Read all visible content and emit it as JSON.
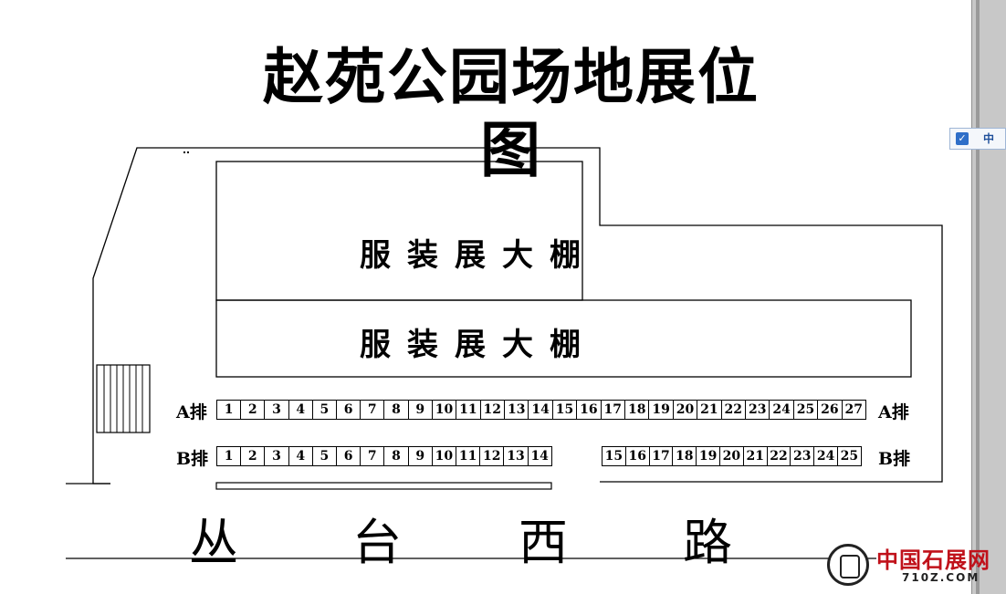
{
  "title": "赵苑公园场地展位图",
  "tents": {
    "upper_label": "服装展大棚",
    "lower_label": "服装展大棚"
  },
  "row_a": {
    "label_left": "A排",
    "label_right": "A排",
    "booths": [
      "1",
      "2",
      "3",
      "4",
      "5",
      "6",
      "7",
      "8",
      "9",
      "10",
      "11",
      "12",
      "13",
      "14",
      "15",
      "16",
      "17",
      "18",
      "19",
      "20",
      "21",
      "22",
      "23",
      "24",
      "25",
      "26",
      "27"
    ]
  },
  "row_b": {
    "label_left": "B排",
    "label_right": "B排",
    "booths_left": [
      "1",
      "2",
      "3",
      "4",
      "5",
      "6",
      "7",
      "8",
      "9",
      "10",
      "11",
      "12",
      "13",
      "14"
    ],
    "booths_right": [
      "15",
      "16",
      "17",
      "18",
      "19",
      "20",
      "21",
      "22",
      "23",
      "24",
      "25"
    ]
  },
  "road": {
    "chars": [
      "丛",
      "台",
      "西",
      "路"
    ]
  },
  "ime_indicator": {
    "label": "中"
  },
  "watermark": {
    "name": "中国石展网",
    "url": "710Z.COM"
  }
}
